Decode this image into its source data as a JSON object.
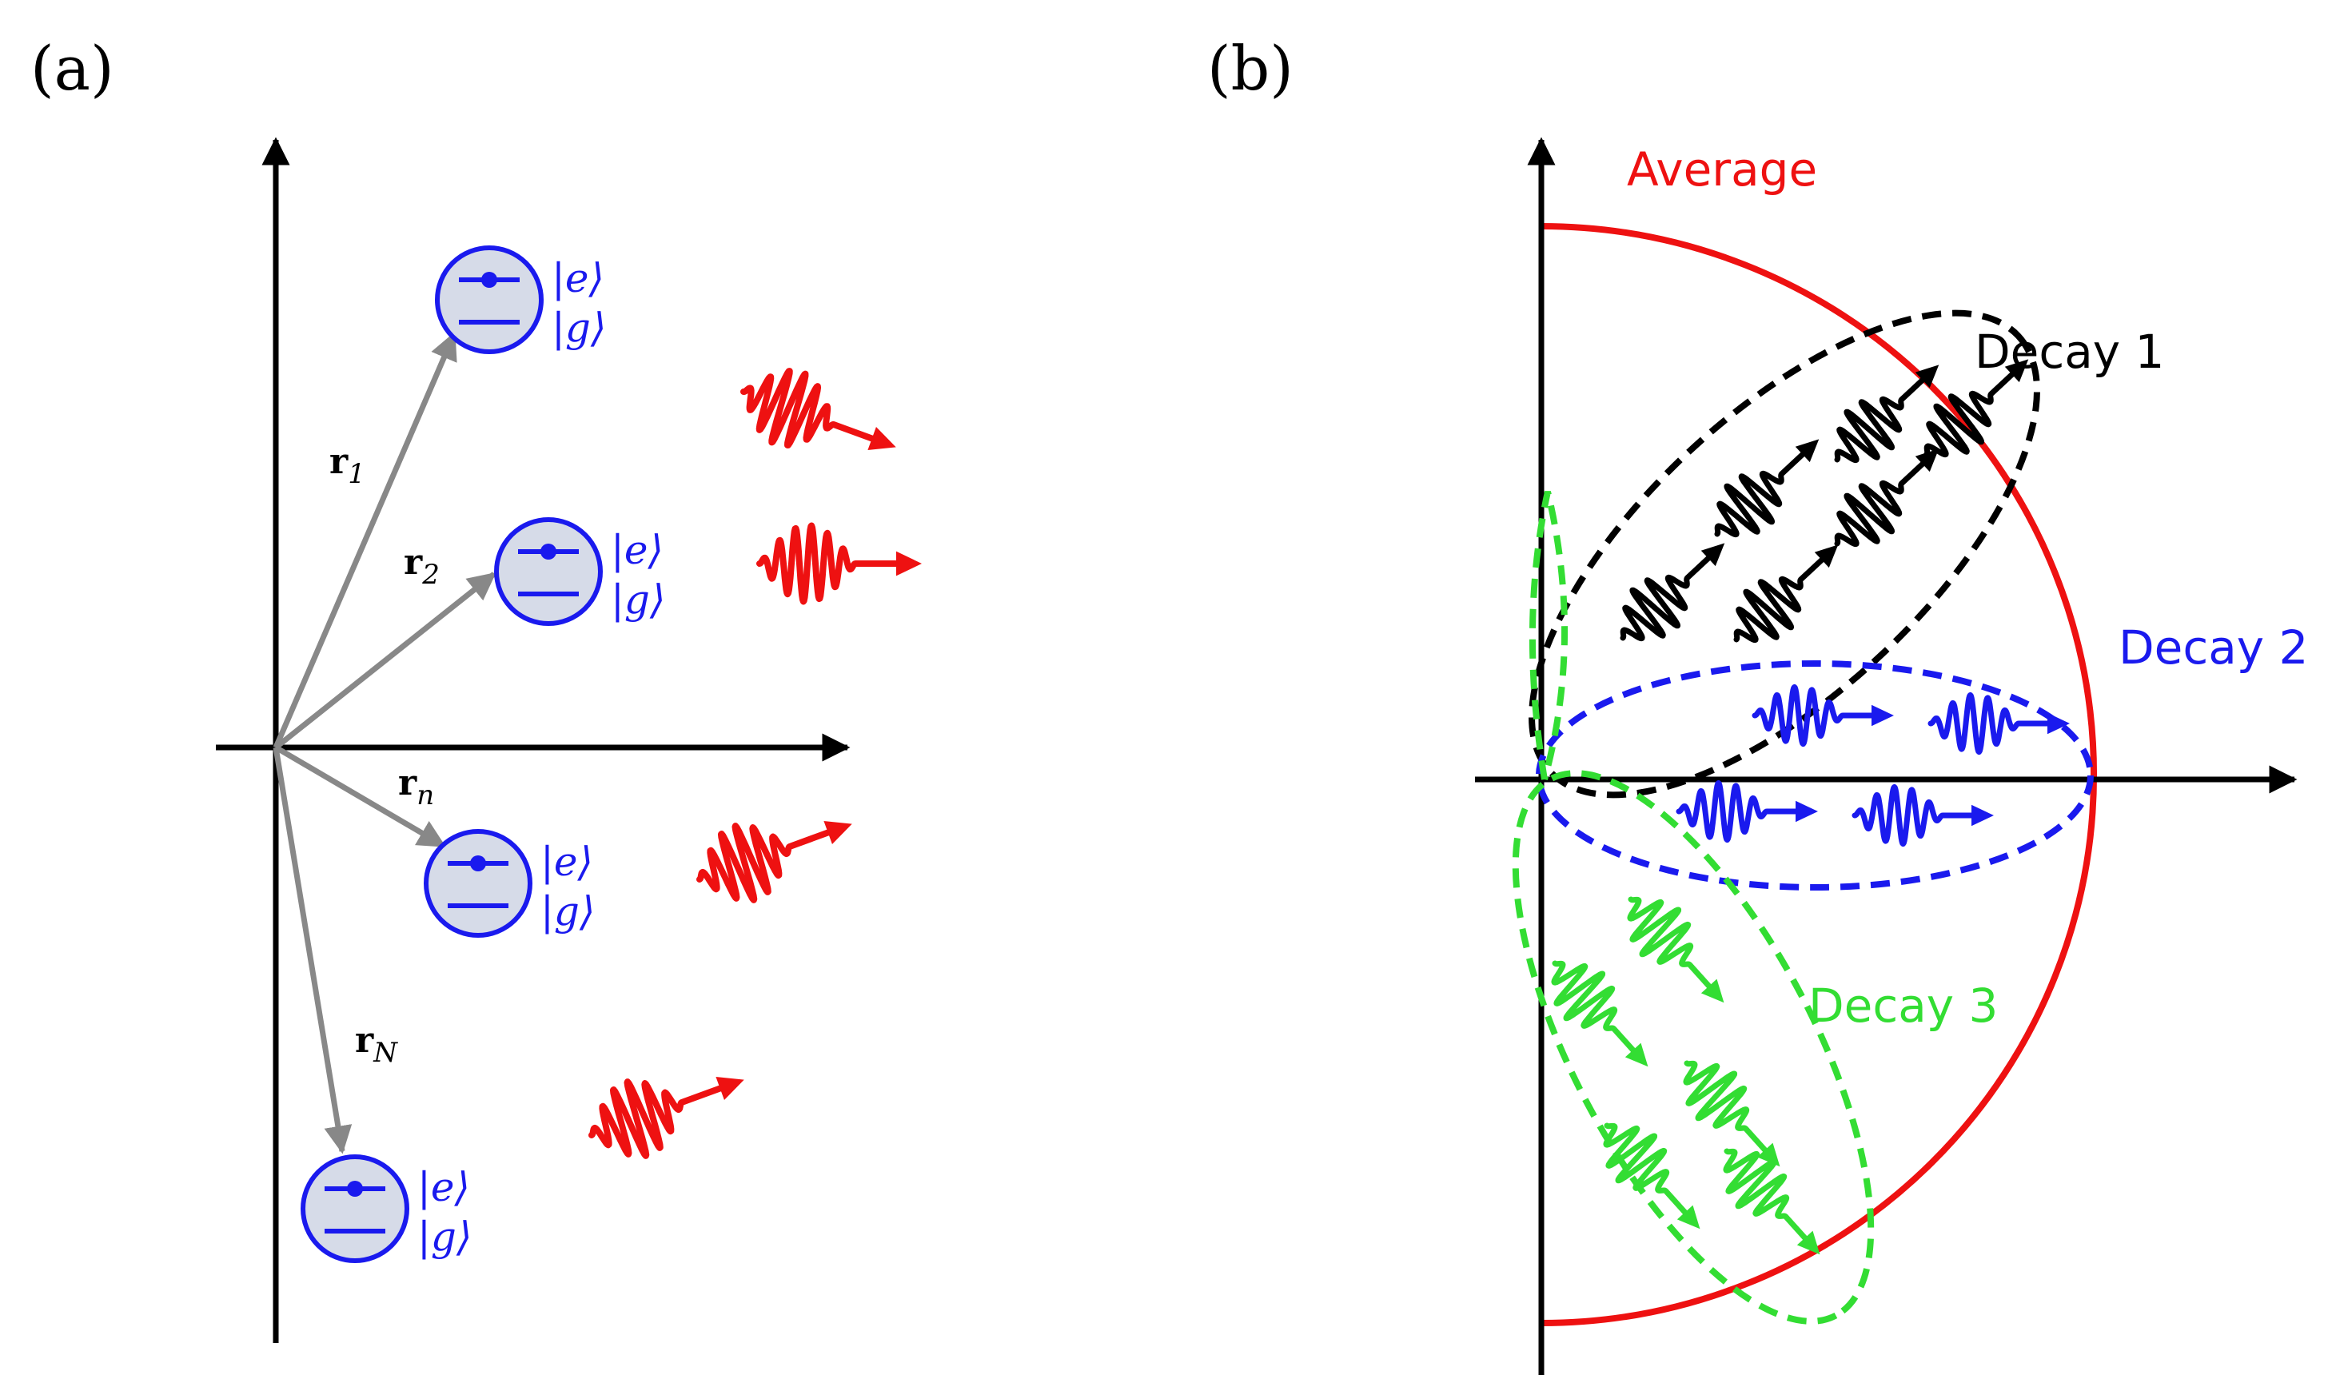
{
  "panels": {
    "a": {
      "label": "(a)"
    },
    "b": {
      "label": "(b)"
    }
  },
  "atoms": {
    "excited_state": "|e⟩",
    "ground_state": "|g⟩",
    "vectors": [
      {
        "main": "r",
        "sub": "1"
      },
      {
        "main": "r",
        "sub": "2"
      },
      {
        "main": "r",
        "sub": "n"
      },
      {
        "main": "r",
        "sub": "N"
      }
    ]
  },
  "emission": {
    "average": "Average",
    "decay_1": "Decay 1",
    "decay_2": "Decay 2",
    "decay_3": "Decay 3"
  },
  "colors": {
    "atom": "#1a1aee",
    "atom_fill": "#d6dbe8",
    "photon": "#ee1111",
    "vector": "#888888",
    "decay_1": "#000000",
    "decay_2": "#1a1aee",
    "decay_3": "#33dd33",
    "average": "#ee1111"
  }
}
